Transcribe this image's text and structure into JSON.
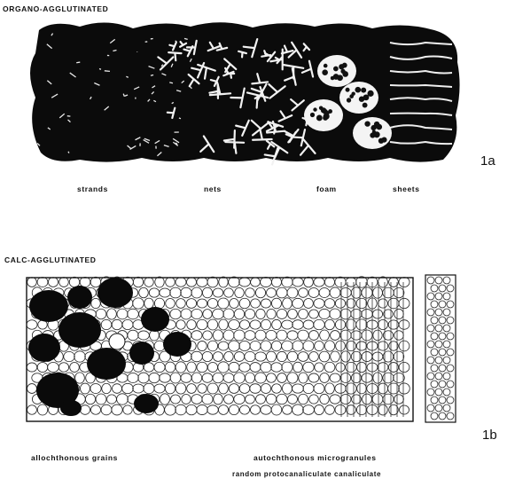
{
  "panel_a": {
    "title": "ORGANO-AGGLUTINATED",
    "figure_label": "1a",
    "labels": [
      "strands",
      "nets",
      "foam",
      "sheets"
    ]
  },
  "panel_b": {
    "title": "CALC-AGGLUTINATED",
    "figure_label": "1b",
    "label_grains": "allochthonous grains",
    "label_micro": "autochthonous microgranules",
    "label_types": "random protocanaliculate canaliculate"
  }
}
